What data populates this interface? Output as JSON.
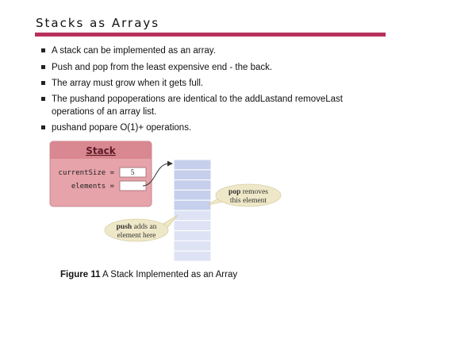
{
  "slide": {
    "title": "Stacks as Arrays",
    "bullets": [
      "A stack can be implemented as an array.",
      "Push and pop from the least expensive end - the back.",
      "The array must grow when it gets full.",
      "The pushand popoperations are identical to the addLastand removeLast operations of an array list.",
      "pushand popare O(1)+ operations."
    ]
  },
  "figure": {
    "box_title": "Stack",
    "current_size_label": "currentSize =",
    "current_size_value": "5",
    "elements_label": "elements =",
    "pop_bold": "pop",
    "pop_rest_line1": " removes",
    "pop_line2": "this element",
    "push_bold": "push",
    "push_rest_line1": " adds an",
    "push_line2": "element here",
    "caption_bold": "Figure 11",
    "caption_rest": " A Stack Implemented as an Array"
  },
  "colors": {
    "accent": "#b8305c",
    "box_fill": "#e6a3aa",
    "box_header": "#d98790",
    "array_fill": "#dde3f4",
    "callout_fill": "#efe8c8"
  }
}
